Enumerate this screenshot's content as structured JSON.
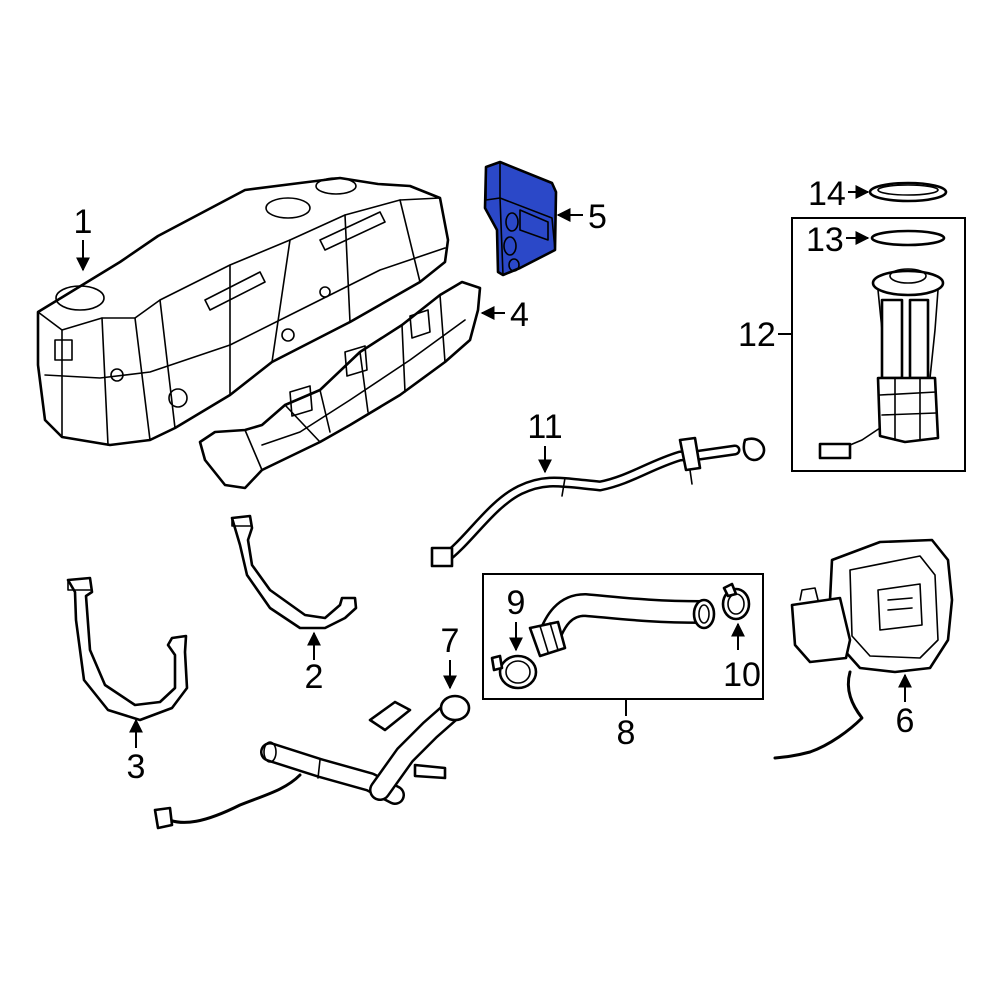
{
  "diagram": {
    "highlight_color": "#2b48c8",
    "callouts": {
      "c1": "1",
      "c2": "2",
      "c3": "3",
      "c4": "4",
      "c5": "5",
      "c6": "6",
      "c7": "7",
      "c8": "8",
      "c9": "9",
      "c10": "10",
      "c11": "11",
      "c12": "12",
      "c13": "13",
      "c14": "14"
    }
  }
}
